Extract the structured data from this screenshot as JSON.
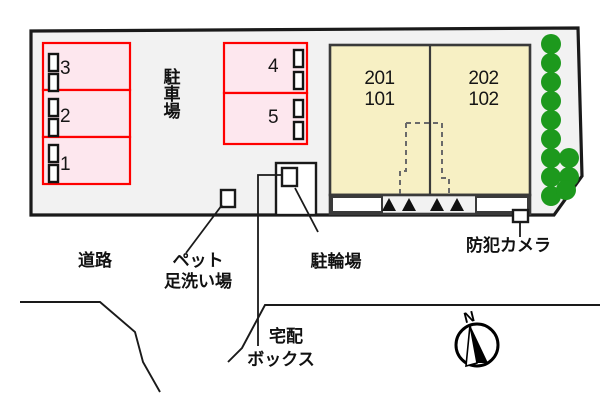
{
  "plan": {
    "title_semantic": "property-site-plan",
    "colors": {
      "site_fill": "#f2f2f2",
      "site_outline": "#1a1a1a",
      "parking_fill": "#fde7ee",
      "parking_outline": "#ff0000",
      "building_fill": "#f7f0c4",
      "building_outline": "#3a3a3a",
      "tree_fill": "#1d991d",
      "white_area": "#ffffff",
      "text": "#111111"
    },
    "parking_area_label": "駐車場",
    "parking_stalls": [
      {
        "number": "3",
        "stoppers": 2
      },
      {
        "number": "2",
        "stoppers": 2
      },
      {
        "number": "1",
        "stoppers": 2
      },
      {
        "number": "4",
        "stoppers": 2
      },
      {
        "number": "5",
        "stoppers": 2
      }
    ],
    "building": {
      "units": [
        {
          "upper": "201",
          "lower": "101"
        },
        {
          "upper": "202",
          "lower": "102"
        }
      ],
      "step_markers": 4,
      "balcony_count": 2,
      "stair_outline": "dashed"
    },
    "tree_count": 12,
    "callouts": [
      {
        "id": "road",
        "lines": [
          "道路"
        ]
      },
      {
        "id": "pet-wash",
        "lines": [
          "ペット",
          "足洗い場"
        ]
      },
      {
        "id": "bicycle-parking",
        "lines": [
          "駐輪場"
        ]
      },
      {
        "id": "delivery-box",
        "lines": [
          "宅配",
          "ボックス"
        ]
      },
      {
        "id": "security-camera",
        "lines": [
          "防犯カメラ"
        ]
      }
    ],
    "compass": {
      "label": "N"
    }
  }
}
